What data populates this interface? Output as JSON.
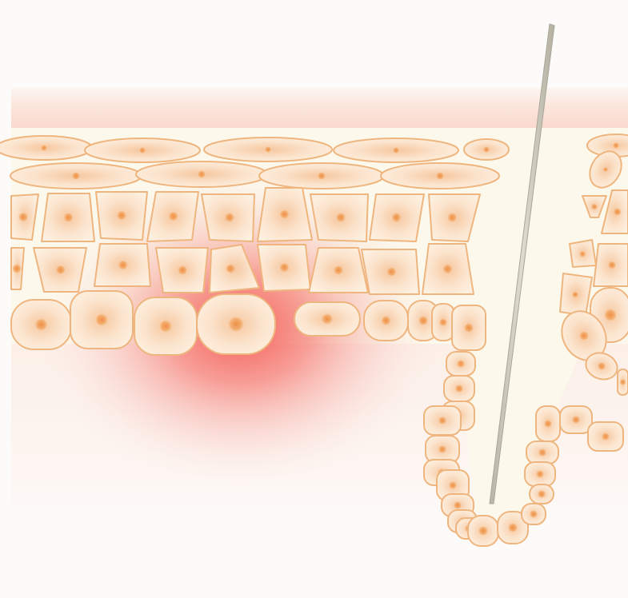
{
  "diagram": {
    "kind": "skin cross-section illustration",
    "text_labels": [],
    "elements": {
      "surface_band": "stratum-corneum-band",
      "epidermis": "epidermis-layer",
      "inflammation": "inflammation-glow",
      "hair": "hair-shaft",
      "follicle": "hair-follicle"
    }
  },
  "colors": {
    "background": "#fdfbf9",
    "surface_band": "#fbe0d6",
    "epidermis_fill": "#fcf9ec",
    "cell_fill": "#fce8d4",
    "cell_edge": "#efb57f",
    "nucleus": "#f0a05a",
    "inflammation": "#f2403c",
    "hair": "#c9c6b8",
    "hair_edge": "#a9a698"
  },
  "cell_counts": {
    "flattened_top_row": 5,
    "flattened_second_row": 4,
    "polygonal_row_1": 9,
    "polygonal_row_2": 9,
    "basal_row": 9,
    "follicle_left_wall": 10,
    "follicle_right_wall": 7
  }
}
